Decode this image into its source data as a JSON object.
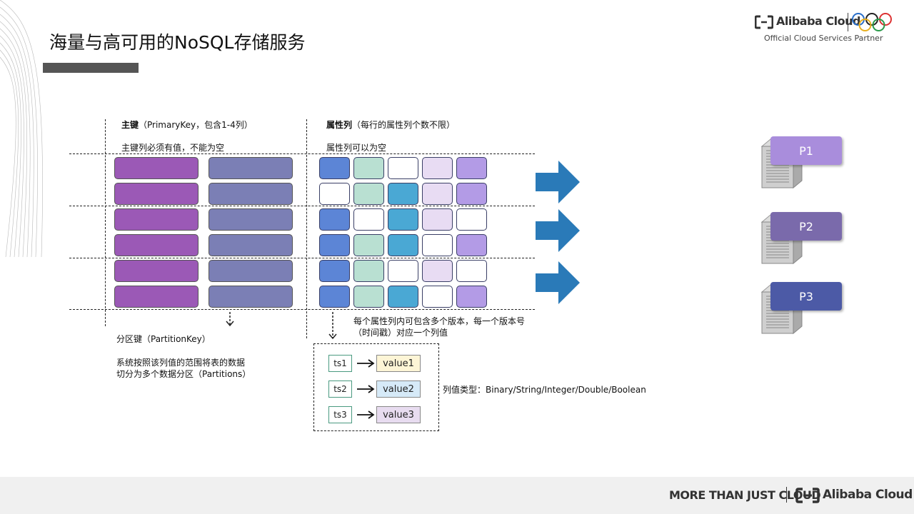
{
  "title": "海量与高可用的NoSQL存储服务",
  "brand": {
    "name": "Alibaba Cloud",
    "partner": "Official Cloud Services Partner",
    "footer_slogan": "MORE THAN JUST CLOUD",
    "footer_name": "Alibaba Cloud"
  },
  "primary_key": {
    "heading": "主键",
    "heading_note": "（PrimaryKey，包含1-4列）",
    "subtext": "主键列必须有值，不能为空"
  },
  "attributes": {
    "heading": "属性列",
    "heading_note": "（每行的属性列个数不限）",
    "subtext": "属性列可以为空"
  },
  "partition_key": {
    "label": "分区键（PartitionKey）",
    "desc_line1": "系统按照该列值的范围将表的数据",
    "desc_line2": "切分为多个数据分区（Partitions）"
  },
  "version_note": {
    "line1": "每个属性列内可包含多个版本，每一个版本号",
    "line2": "（时间戳）对应一个列值"
  },
  "versions": [
    {
      "ts": "ts1",
      "value": "value1",
      "color": "#fdf5d6"
    },
    {
      "ts": "ts2",
      "value": "value2",
      "color": "#d6eaf8"
    },
    {
      "ts": "ts3",
      "value": "value3",
      "color": "#e8dcf0"
    }
  ],
  "value_types": "列值类型：Binary/String/Integer/Double/Boolean",
  "partitions": [
    {
      "label": "P1",
      "color": "#a98ddc"
    },
    {
      "label": "P2",
      "color": "#7a6aab"
    },
    {
      "label": "P3",
      "color": "#4c5aa6"
    }
  ],
  "colors": {
    "pk1": "#9b59b6",
    "pk2": "#7b7fb5",
    "c_blue": "#5c85d6",
    "c_mint": "#b9e0d2",
    "c_cyan": "#4aa8d4",
    "c_lilac": "#e8dcf3",
    "c_purple": "#b39be6",
    "c_white": "#ffffff",
    "arrow": "#2a7ab8"
  },
  "grid": [
    [
      "c_blue",
      "c_mint",
      "c_white",
      "c_lilac",
      "c_purple"
    ],
    [
      "c_white",
      "c_mint",
      "c_cyan",
      "c_lilac",
      "c_purple"
    ],
    [
      "c_blue",
      "c_white",
      "c_cyan",
      "c_lilac",
      "c_white"
    ],
    [
      "c_blue",
      "c_mint",
      "c_cyan",
      "c_white",
      "c_purple"
    ],
    [
      "c_blue",
      "c_mint",
      "c_white",
      "c_lilac",
      "c_white"
    ],
    [
      "c_blue",
      "c_mint",
      "c_cyan",
      "c_white",
      "c_purple"
    ]
  ]
}
